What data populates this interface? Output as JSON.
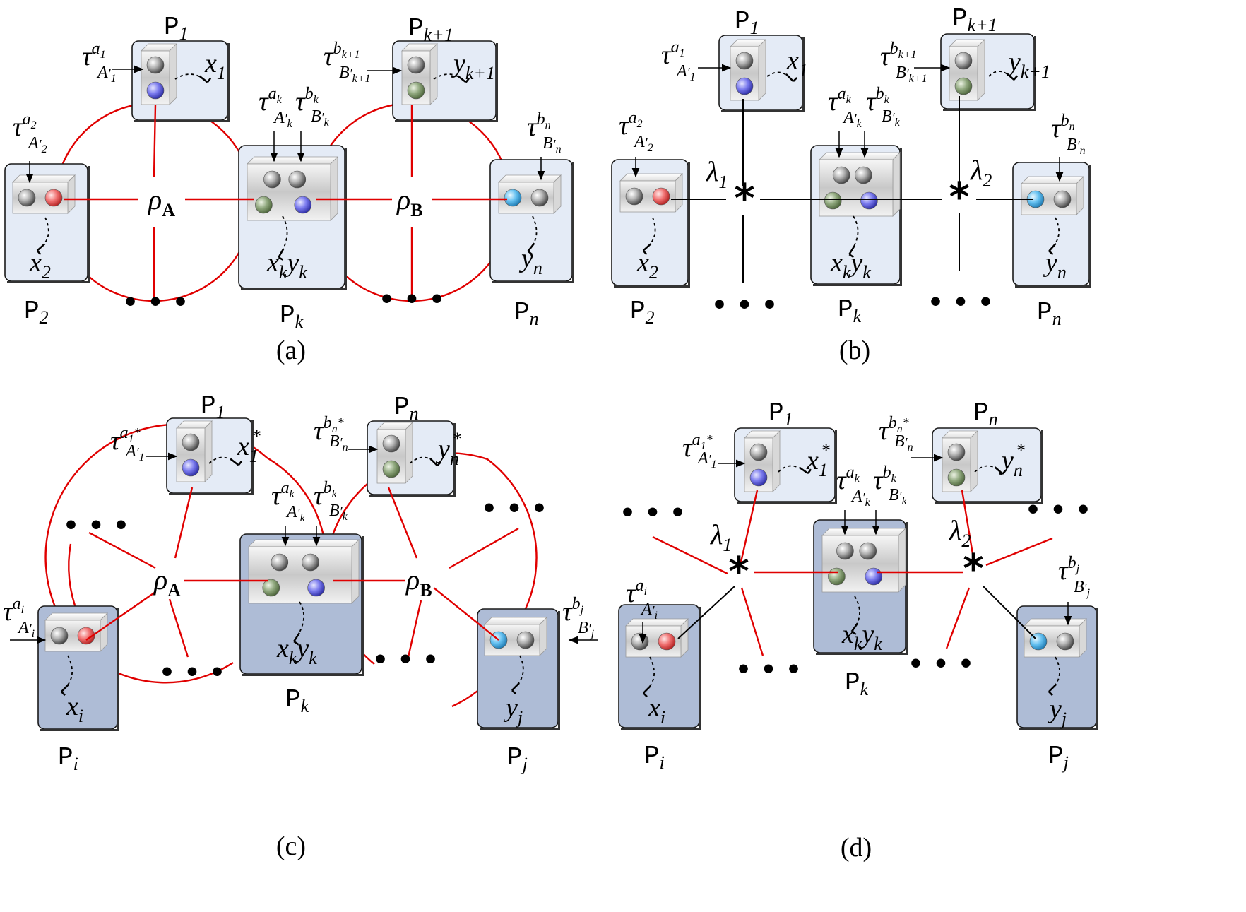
{
  "panels": [
    {
      "caption": "(a)",
      "centers": [
        "ρ",
        "ρ"
      ],
      "center_subs": [
        "A",
        "B"
      ],
      "parties": [
        {
          "P": "P",
          "sub": "1",
          "out": "x",
          "osub": "1",
          "osup": "",
          "tau": "τ",
          "tsup": "a",
          "tsupsub": "1",
          "tsub": "A",
          "tsubsub": "1"
        },
        {
          "P": "P",
          "sub": "2",
          "out": "x",
          "osub": "2",
          "osup": "",
          "tau": "τ",
          "tsup": "a",
          "tsupsub": "2",
          "tsub": "A",
          "tsubsub": "2"
        },
        {
          "P": "P",
          "sub": "k",
          "out": "x",
          "osub": "k",
          "out2": "y",
          "osub2": "k",
          "tau": "τ",
          "tsup": "a",
          "tsupsub": "k",
          "tsub": "A",
          "tsubsub": "k",
          "tau2": "τ",
          "tsup2": "b",
          "tsupsub2": "k",
          "tsub2": "B",
          "tsubsub2": "k"
        },
        {
          "P": "P",
          "sub": "k+1",
          "out": "y",
          "osub": "k+1",
          "osup": "",
          "tau": "τ",
          "tsup": "b",
          "tsupsub": "k+1",
          "tsub": "B",
          "tsubsub": "k+1"
        },
        {
          "P": "P",
          "sub": "n",
          "out": "y",
          "osub": "n",
          "osup": "",
          "tau": "τ",
          "tsup": "b",
          "tsupsub": "n",
          "tsub": "B",
          "tsubsub": "n"
        }
      ]
    },
    {
      "caption": "(b)",
      "centers": [
        "λ",
        "λ"
      ],
      "center_subs": [
        "1",
        "2"
      ],
      "parties": [
        {
          "P": "P",
          "sub": "1",
          "out": "x",
          "osub": "1",
          "osup": "",
          "tau": "τ",
          "tsup": "a",
          "tsupsub": "1",
          "tsub": "A",
          "tsubsub": "1"
        },
        {
          "P": "P",
          "sub": "2",
          "out": "x",
          "osub": "2",
          "osup": "",
          "tau": "τ",
          "tsup": "a",
          "tsupsub": "2",
          "tsub": "A",
          "tsubsub": "2"
        },
        {
          "P": "P",
          "sub": "k",
          "out": "x",
          "osub": "k",
          "out2": "y",
          "osub2": "k",
          "tau": "τ",
          "tsup": "a",
          "tsupsub": "k",
          "tsub": "A",
          "tsubsub": "k",
          "tau2": "τ",
          "tsup2": "b",
          "tsupsub2": "k",
          "tsub2": "B",
          "tsubsub2": "k"
        },
        {
          "P": "P",
          "sub": "k+1",
          "out": "y",
          "osub": "k+1",
          "osup": "",
          "tau": "τ",
          "tsup": "b",
          "tsupsub": "k+1",
          "tsub": "B",
          "tsubsub": "k+1"
        },
        {
          "P": "P",
          "sub": "n",
          "out": "y",
          "osub": "n",
          "osup": "",
          "tau": "τ",
          "tsup": "b",
          "tsupsub": "n",
          "tsub": "B",
          "tsubsub": "n"
        }
      ]
    },
    {
      "caption": "(c)",
      "centers": [
        "ρ",
        "ρ"
      ],
      "center_subs": [
        "A",
        "B"
      ],
      "parties": [
        {
          "P": "P",
          "sub": "1",
          "out": "x",
          "osub": "1",
          "osup": "*",
          "tau": "τ",
          "tsup": "a",
          "tsupsub": "1",
          "tsupstar": "*",
          "tsub": "A",
          "tsubsub": "1"
        },
        {
          "P": "P",
          "sub": "i",
          "out": "x",
          "osub": "i",
          "osup": "",
          "tau": "τ",
          "tsup": "a",
          "tsupsub": "i",
          "tsub": "A",
          "tsubsub": "i"
        },
        {
          "P": "P",
          "sub": "k",
          "out": "x",
          "osub": "k",
          "out2": "y",
          "osub2": "k",
          "tau": "τ",
          "tsup": "a",
          "tsupsub": "k",
          "tsub": "A",
          "tsubsub": "k",
          "tau2": "τ",
          "tsup2": "b",
          "tsupsub2": "k",
          "tsub2": "B",
          "tsubsub2": "k"
        },
        {
          "P": "P",
          "sub": "n",
          "out": "y",
          "osub": "n",
          "osup": "*",
          "tau": "τ",
          "tsup": "b",
          "tsupsub": "n",
          "tsupstar": "*",
          "tsub": "B",
          "tsubsub": "n"
        },
        {
          "P": "P",
          "sub": "j",
          "out": "y",
          "osub": "j",
          "osup": "",
          "tau": "τ",
          "tsup": "b",
          "tsupsub": "j",
          "tsub": "B",
          "tsubsub": "j"
        }
      ]
    },
    {
      "caption": "(d)",
      "centers": [
        "λ",
        "λ"
      ],
      "center_subs": [
        "1",
        "2"
      ],
      "parties": [
        {
          "P": "P",
          "sub": "1",
          "out": "x",
          "osub": "1",
          "osup": "*",
          "tau": "τ",
          "tsup": "a",
          "tsupsub": "1",
          "tsupstar": "*",
          "tsub": "A",
          "tsubsub": "1"
        },
        {
          "P": "P",
          "sub": "i",
          "out": "x",
          "osub": "i",
          "osup": "",
          "tau": "τ",
          "tsup": "a",
          "tsupsub": "i",
          "tsub": "A",
          "tsubsub": "i"
        },
        {
          "P": "P",
          "sub": "k",
          "out": "x",
          "osub": "k",
          "out2": "y",
          "osub2": "k",
          "tau": "τ",
          "tsup": "a",
          "tsupsub": "k",
          "tsub": "A",
          "tsubsub": "k",
          "tau2": "τ",
          "tsup2": "b",
          "tsupsub2": "k",
          "tsub2": "B",
          "tsubsub2": "k"
        },
        {
          "P": "P",
          "sub": "n",
          "out": "y",
          "osub": "n",
          "osup": "*",
          "tau": "τ",
          "tsup": "b",
          "tsupsub": "n",
          "tsupstar": "*",
          "tsub": "B",
          "tsubsub": "n"
        },
        {
          "P": "P",
          "sub": "j",
          "out": "y",
          "osub": "j",
          "osup": "",
          "tau": "τ",
          "tsup": "b",
          "tsupsub": "j",
          "tsub": "B",
          "tsubsub": "j"
        }
      ]
    }
  ],
  "symbols": {
    "ellipsis": "• • •",
    "star": "*",
    "prime": "′"
  },
  "colors": {
    "edge_red": "#e00000",
    "edge_black": "#000000",
    "box_light": "#e4ebf6",
    "box_dark": "#aebcd6",
    "ball_red": "#f06060",
    "ball_blue": "#6a6ae8",
    "ball_green": "#7f9a6c",
    "ball_cyan": "#5ab6ea",
    "ball_gray": "#8a8a8a"
  }
}
